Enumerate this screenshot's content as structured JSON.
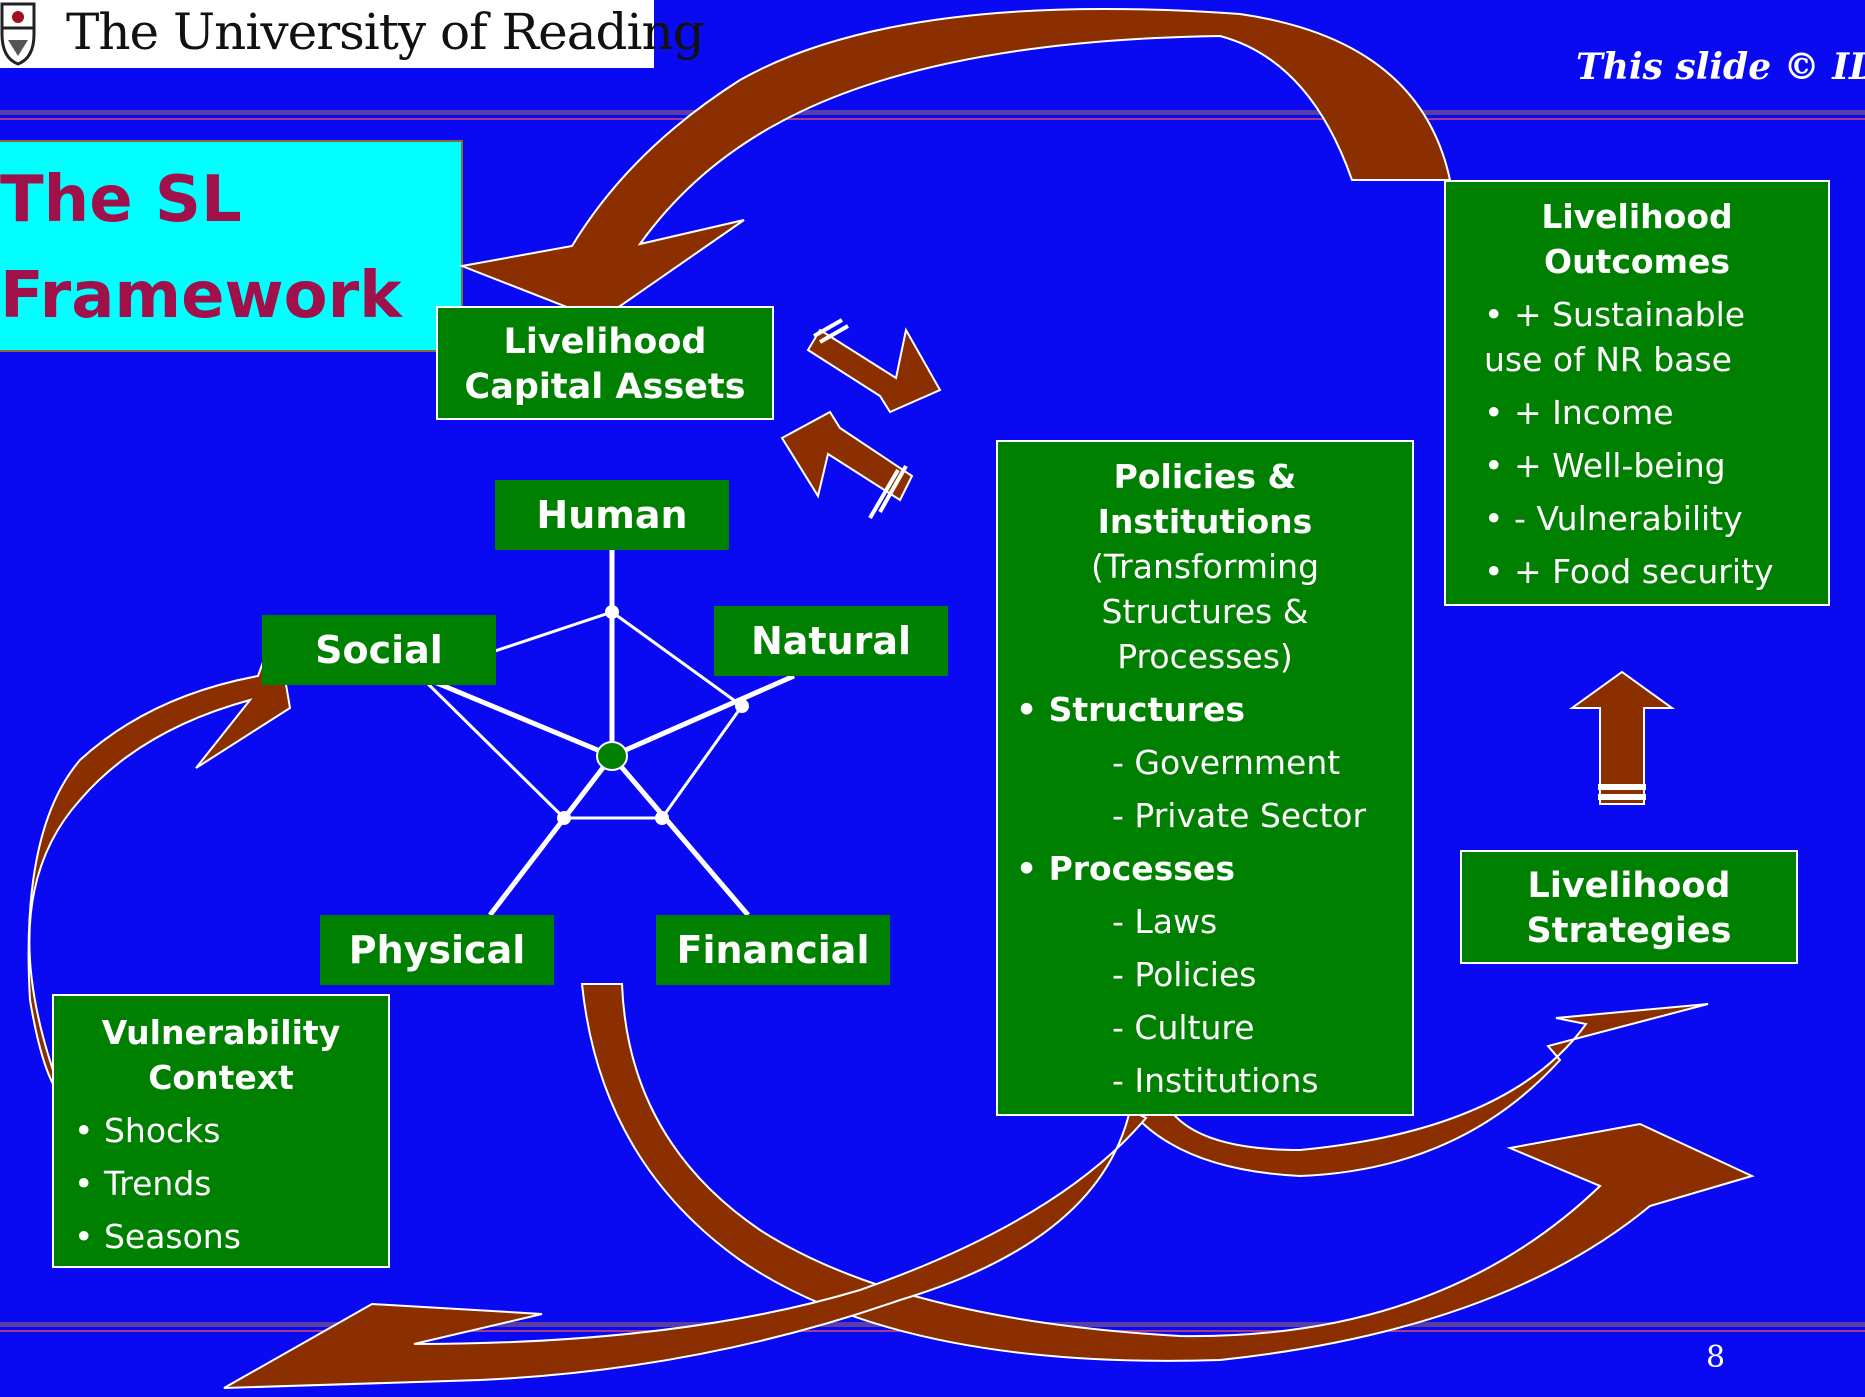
{
  "header": {
    "university": "The University of Reading",
    "copyright": "This slide © IDI"
  },
  "title": {
    "line1": "The SL",
    "line2": "Framework"
  },
  "assets": {
    "heading_line1": "Livelihood",
    "heading_line2": "Capital Assets",
    "human": "Human",
    "social": "Social",
    "natural": "Natural",
    "physical": "Physical",
    "financial": "Financial"
  },
  "vulnerability": {
    "heading_line1": "Vulnerability",
    "heading_line2": "Context",
    "items": [
      "• Shocks",
      "• Trends",
      "• Seasons"
    ]
  },
  "policies": {
    "heading_line1": "Policies &",
    "heading_line2": "Institutions",
    "sub_line1": "(Transforming",
    "sub_line2": "Structures &",
    "sub_line3": "Processes)",
    "structures_label": "• Structures",
    "structures": [
      "- Government",
      "- Private Sector"
    ],
    "processes_label": "• Processes",
    "processes": [
      "- Laws",
      "- Policies",
      "- Culture",
      "- Institutions"
    ]
  },
  "outcomes": {
    "heading_line1": "Livelihood",
    "heading_line2": "Outcomes",
    "items": [
      "• + Sustainable",
      "use of NR base",
      "• + Income",
      "• + Well-being",
      "• - Vulnerability",
      "• + Food security"
    ]
  },
  "strategies": {
    "heading_line1": "Livelihood",
    "heading_line2": "Strategies"
  },
  "page_number": "8",
  "colors": {
    "background": "#0a0af2",
    "box_green": "#008000",
    "title_cyan": "#00ffff",
    "title_text": "#a0104a",
    "arrow_brown": "#8b2f00"
  }
}
